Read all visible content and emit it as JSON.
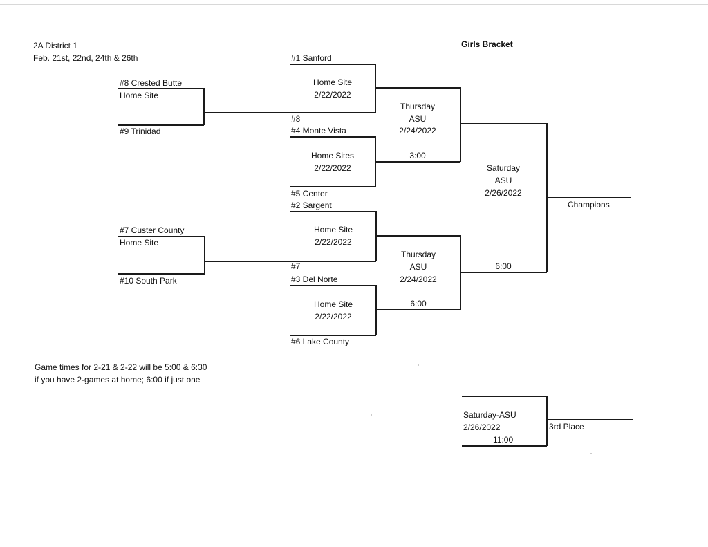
{
  "header": {
    "district": "2A District 1",
    "dates": "Feb. 21st, 22nd, 24th & 26th",
    "bracket_title": "Girls Bracket"
  },
  "round1": {
    "game_a": {
      "team_top": "#8 Crested Butte",
      "site": "Home Site",
      "team_bottom": "#9 Trinidad"
    },
    "game_b": {
      "team_top": "#7 Custer County",
      "site": "Home Site",
      "team_bottom": "#10 South Park"
    }
  },
  "round2": {
    "game_1": {
      "team_top": "#1 Sanford",
      "site": "Home Site",
      "date": "2/22/2022",
      "team_bottom": "#8"
    },
    "game_2": {
      "team_top": "#4 Monte Vista",
      "site": "Home Sites",
      "date": "2/22/2022",
      "team_bottom": "#5 Center"
    },
    "game_3": {
      "team_top": "#2 Sargent",
      "site": "Home Site",
      "date": "2/22/2022",
      "team_bottom": "#7"
    },
    "game_4": {
      "team_top": "#3 Del Norte",
      "site": "Home Site",
      "date": "2/22/2022",
      "team_bottom": "#6 Lake County"
    }
  },
  "semis": {
    "top": {
      "day": "Thursday",
      "venue": "ASU",
      "date": "2/24/2022",
      "time": "3:00"
    },
    "bottom": {
      "day": "Thursday",
      "venue": "ASU",
      "date": "2/24/2022",
      "time": "6:00"
    }
  },
  "final": {
    "day": "Saturday",
    "venue": "ASU",
    "date": "2/26/2022",
    "time": "6:00",
    "winner_label": "Champions"
  },
  "third_place": {
    "day_venue": "Saturday-ASU",
    "date": "2/26/2022",
    "time": "11:00",
    "label": "3rd Place"
  },
  "note": {
    "line1": "Game times for 2-21 & 2-22 will be 5:00 & 6:30",
    "line2": "if you have 2-games at home; 6:00 if just one"
  }
}
